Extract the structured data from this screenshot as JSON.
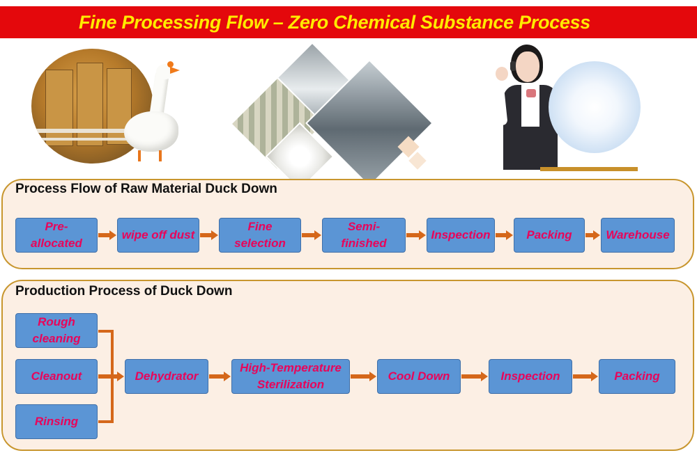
{
  "banner": {
    "title": "Fine Processing Flow – Zero Chemical Substance Process",
    "bg_color": "#e4080c",
    "text_color": "#ffeb00"
  },
  "illustrations": [
    "factory-goose-photo",
    "processing-facility-collage",
    "customer-service-operator-photo",
    "down-fiber-photo"
  ],
  "raw_material": {
    "title": "Process Flow of Raw Material Duck Down",
    "steps": [
      "Pre-\nallocated",
      "wipe off dust",
      "Fine\nselection",
      "Semi-\nfinished",
      "Inspection",
      "Packing",
      "Warehouse"
    ]
  },
  "production": {
    "title": "Production Process of Duck Down",
    "inputs": [
      "Rough\ncleaning",
      "Cleanout",
      "Rinsing"
    ],
    "steps": [
      "Dehydrator",
      "High-Temperature\nSterilization",
      "Cool Down",
      "Inspection",
      "Packing"
    ]
  },
  "colors": {
    "box_fill": "#5b95d5",
    "box_text": "#e8055a",
    "arrow": "#d5671a",
    "panel_fill": "#fcefe4",
    "panel_border": "#c8962e"
  }
}
